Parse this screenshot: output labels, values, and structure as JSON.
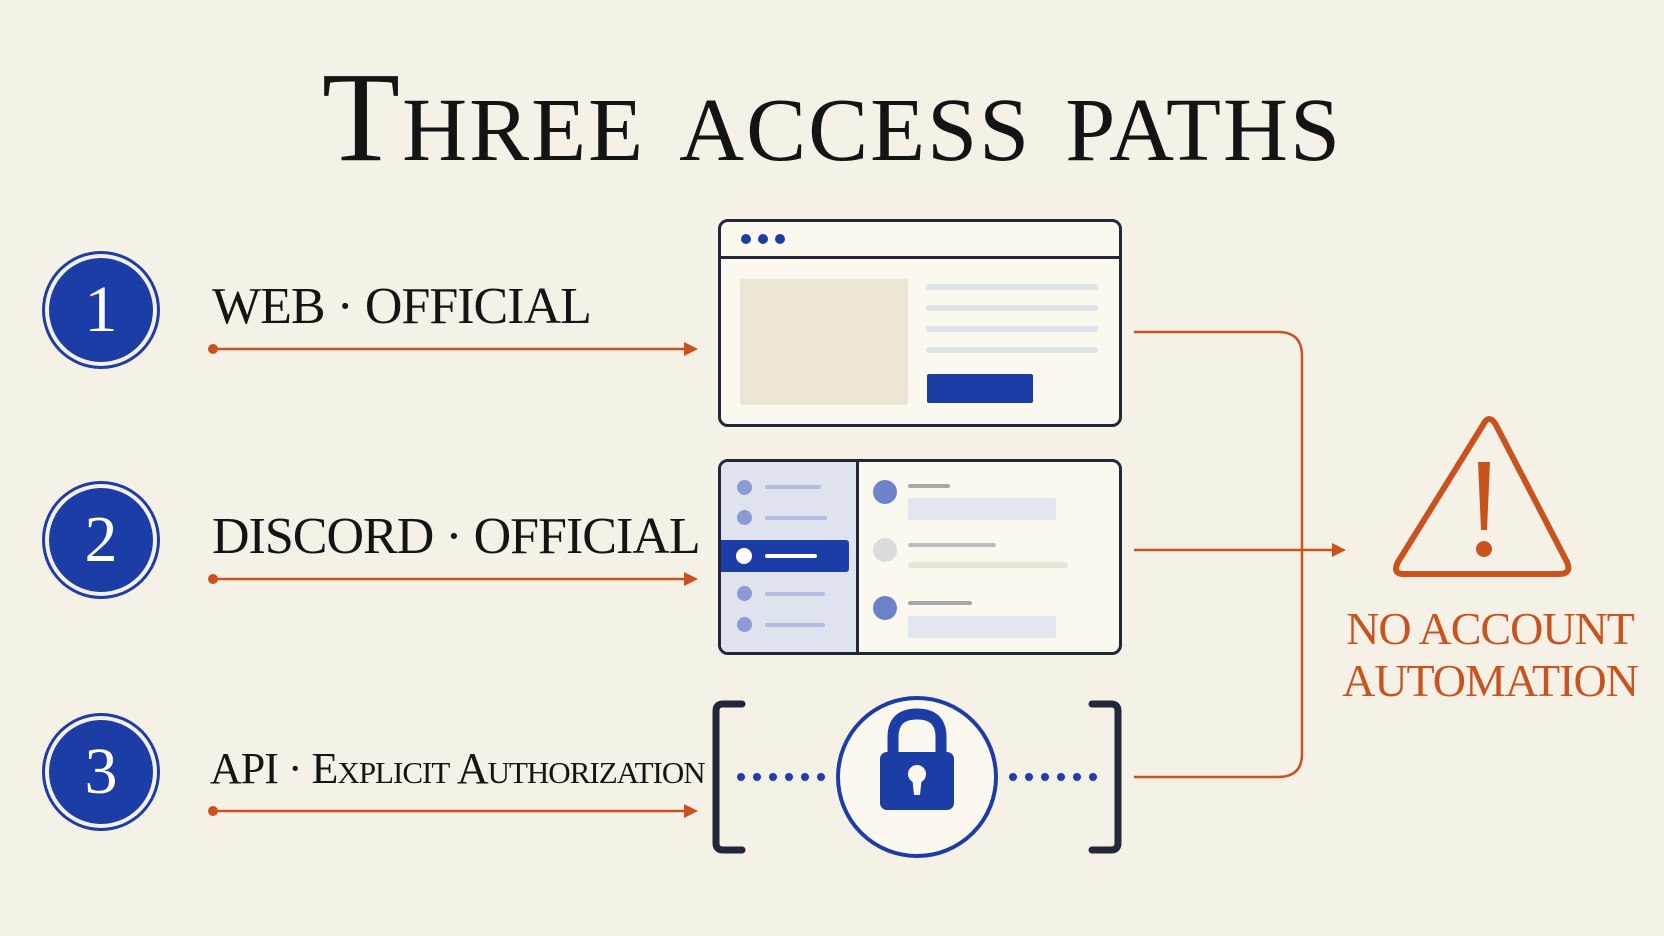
{
  "title": "Three access paths",
  "paths": [
    {
      "number": "1",
      "label": "WEB · OFFICIAL"
    },
    {
      "number": "2",
      "label": "DISCORD · OFFICIAL"
    },
    {
      "number": "3",
      "label": "API · Explicit Authorization"
    }
  ],
  "warning": {
    "line1": "NO ACCOUNT",
    "line2": "AUTOMATION"
  },
  "colors": {
    "background": "#f6f1e6",
    "accent_blue": "#1d3da6",
    "accent_orange": "#c9531f",
    "ink": "#141414"
  },
  "icons": [
    "browser-window-icon",
    "chat-app-icon",
    "padlock-icon",
    "warning-triangle-icon"
  ]
}
